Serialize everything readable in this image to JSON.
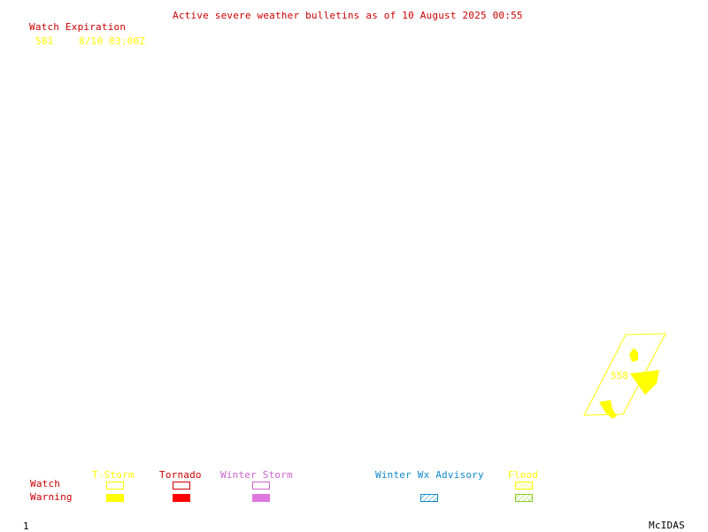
{
  "header": {
    "title": "Active severe weather bulletins as of 10 August 2025 00:55",
    "watch_heading": "Watch Expiration",
    "watches": [
      {
        "number": "581",
        "expiration": "8/10 03:00Z"
      }
    ]
  },
  "map": {
    "watch_box_label": "558"
  },
  "legend": {
    "row_labels": {
      "watch": "Watch",
      "warning": "Warning"
    },
    "categories": [
      {
        "label": "T-Storm",
        "color": "#ffff00"
      },
      {
        "label": "Tornado",
        "color": "#ff0000"
      },
      {
        "label": "Winter Storm",
        "color": "#dd77dd"
      },
      {
        "label": "Winter Wx Advisory",
        "color": "#1188cc"
      },
      {
        "label": "Flood",
        "color": "#88cc22"
      }
    ]
  },
  "footer": {
    "frame_number": "1",
    "brand": "McIDAS"
  }
}
